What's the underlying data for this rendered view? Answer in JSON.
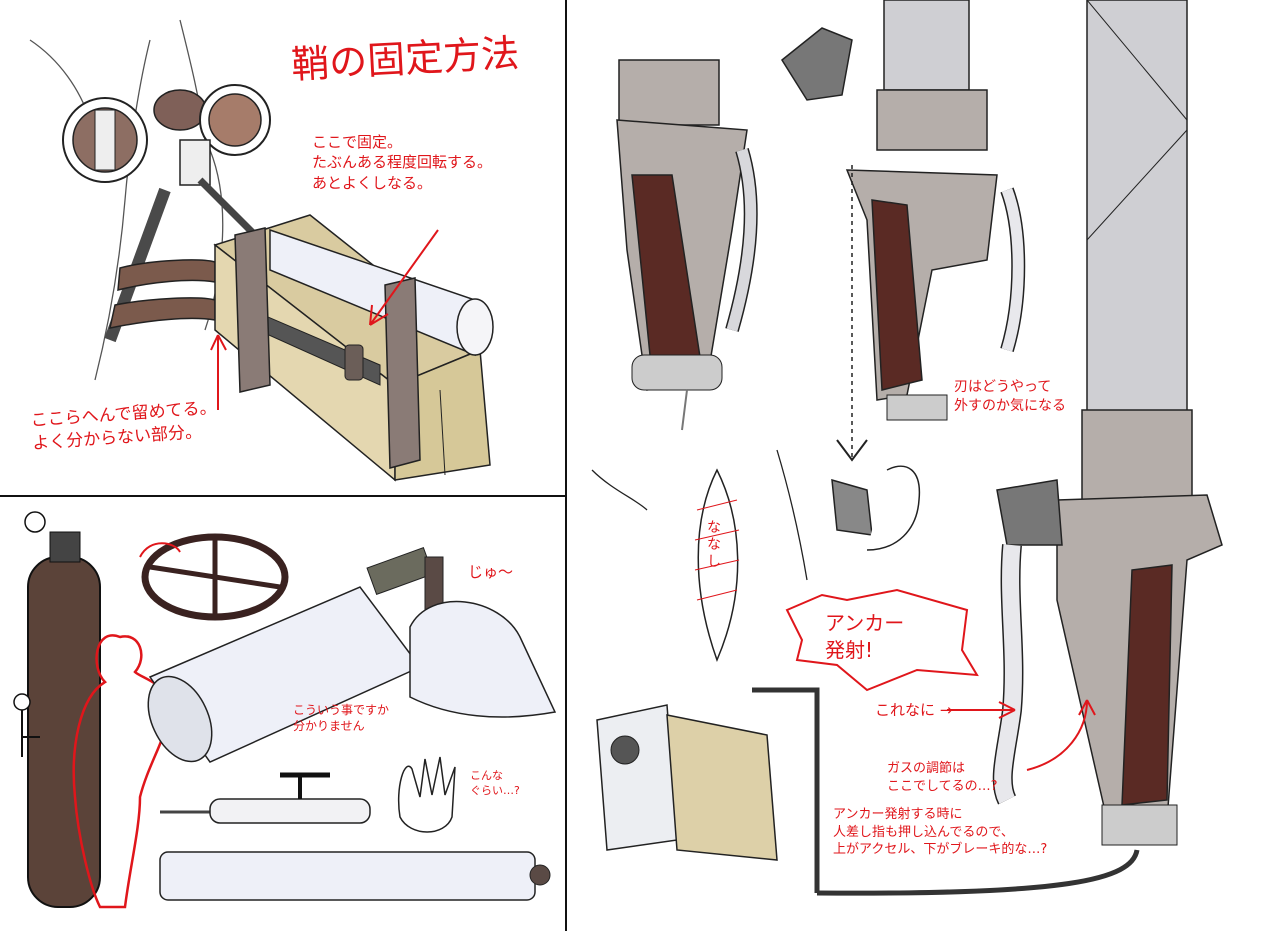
{
  "panel_a": {
    "title": "鞘の固定方法",
    "note_fixed": "ここで固定。\nたぶんある程度回転する。\nあとよくしなる。",
    "note_unclear": "ここらへんで留めてる。\nよく分からない部分。"
  },
  "panel_b": {
    "note_sound": "じゅ〜",
    "note_unknown": "こういう事ですか\n分かりません",
    "note_size": "こんな\nぐらい…?"
  },
  "panel_c": {
    "note_blade": "刃はどうやって\n外すのか気になる",
    "sword_marks": "ななし",
    "anchor_burst": "アンカー\n発射!",
    "note_what": "これなに →",
    "note_gas": "ガスの調節は\nここでしてるの…?",
    "note_fingers": "アンカー発射する時に\n人差し指も押し込んでるので、\n上がアクセル、下がブレーキ的な…?"
  },
  "colors": {
    "annotation_red": "#e0161b",
    "handle_brown": "#5a2a24",
    "metal_gray": "#b5aeaa",
    "case_tan": "#ddd0a8",
    "tank_brown": "#5b4339"
  }
}
